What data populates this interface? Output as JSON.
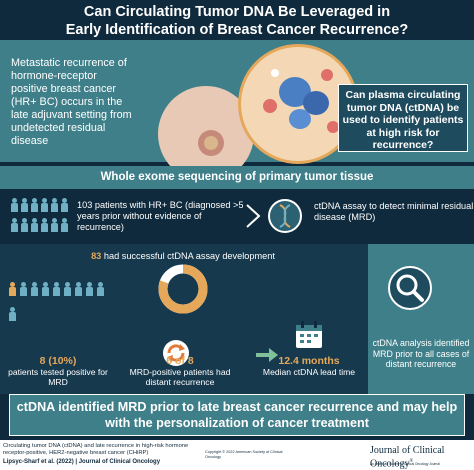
{
  "header": {
    "title_line1": "Can Circulating Tumor DNA Be Leveraged in",
    "title_line2": "Early Identification of Breast Cancer Recurrence?"
  },
  "intro": {
    "text": "Metastatic recurrence of hormone-receptor positive breast cancer (HR+ BC) occurs in the late adjuvant setting from undetected residual disease",
    "question": "Can plasma circulating tumor DNA (ctDNA) be used to identify patients at high risk for recurrence?"
  },
  "method": {
    "banner": "Whole exome sequencing of primary tumor tissue",
    "cohort_text": "103 patients with HR+ BC (diagnosed >5 years prior without evidence of recurrence)",
    "assay_text": "ctDNA assay to detect minimal residual disease (MRD)",
    "people_icon_count": 12,
    "dna-icon": "dna-icon",
    "arrow-icon": "chevron-right-icon"
  },
  "results": {
    "success_count": "83",
    "success_text": " had successful ctDNA assay development",
    "success_fraction": 0.806,
    "patients_positive": {
      "number": "8 (10%)",
      "label": "patients tested positive for MRD",
      "highlighted_people": 1,
      "total_people": 10
    },
    "recurrence": {
      "number": "6 of 8",
      "label": "MRD-positive patients had distant recurrence"
    },
    "lead_time": {
      "number": "12.4 months",
      "label": "Median ctDNA lead time"
    },
    "side_text": "ctDNA analysis identified MRD prior to all cases of distant recurrence"
  },
  "conclusion": {
    "text": "ctDNA identified MRD prior to late breast cancer recurrence and may help with the personalization of cancer treatment"
  },
  "footer": {
    "title": "Circulating tumor DNA (ctDNA) and late recurrence in high-risk hormone receptor-positive, HER2-negative breast cancer (CHiRP)",
    "citation": "Lipsyc-Sharf et al. (2022) | Journal of Clinical Oncology",
    "copyright": "Copyright © 2022 American Society of Clinical Oncology",
    "journal": "Journal of Clinical Oncology",
    "journal_mark": "®",
    "journal_tagline": "An American Society of Clinical Oncology Journal"
  },
  "colors": {
    "navy": "#0f2a3d",
    "teal": "#3f7f89",
    "accent_orange": "#e5a85b",
    "light_blue": "#6fb0c4"
  }
}
